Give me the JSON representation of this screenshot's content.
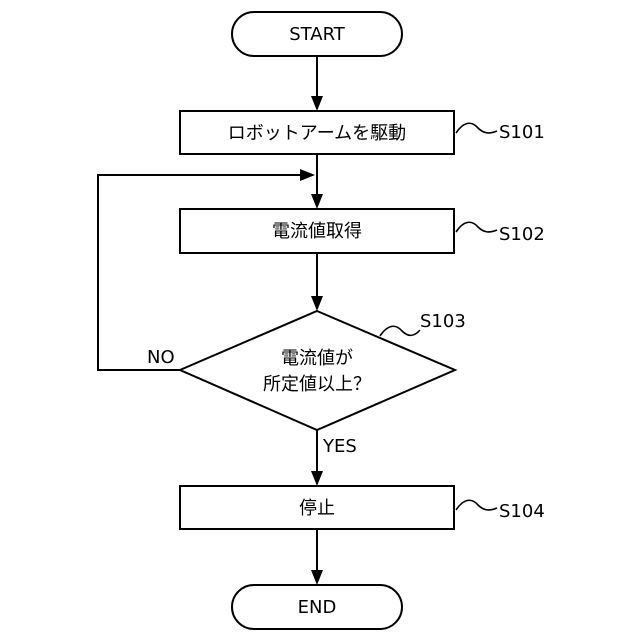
{
  "flowchart": {
    "start": "START",
    "end": "END",
    "steps": [
      {
        "id": "S101",
        "text": "ロボットアームを駆動"
      },
      {
        "id": "S102",
        "text": "電流値取得"
      },
      {
        "id": "S103",
        "lines": [
          "電流値が",
          "所定値以上？"
        ]
      },
      {
        "id": "S104",
        "text": "停止"
      }
    ],
    "branch": {
      "no": "NO",
      "yes": "YES"
    }
  }
}
